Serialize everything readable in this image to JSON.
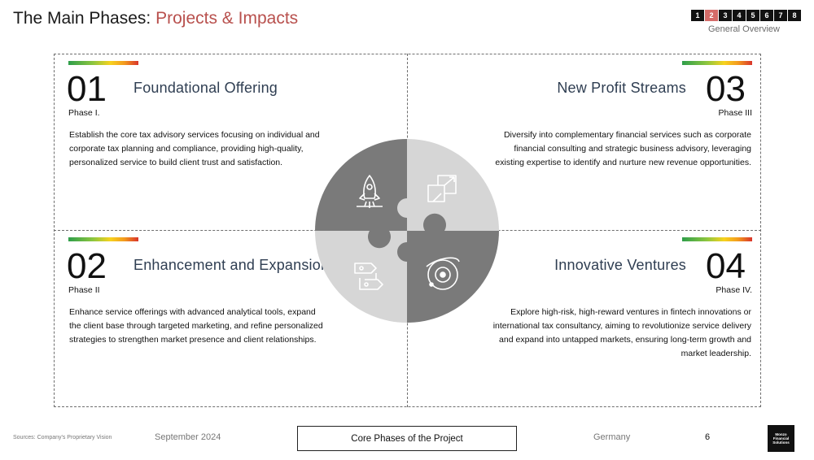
{
  "header": {
    "title_main": "The Main Phases:",
    "title_accent": "Projects & Impacts",
    "pager": [
      "1",
      "2",
      "3",
      "4",
      "5",
      "6",
      "7",
      "8"
    ],
    "active_page": "2",
    "subnav": "General Overview"
  },
  "colors": {
    "accent": "#b8504d",
    "pager_active": "#d46b68",
    "heading": "#2f3e52",
    "puzzle_dark": "#7a7a7a",
    "puzzle_light": "#d6d6d6"
  },
  "phases": [
    {
      "number": "01",
      "label": "Phase I.",
      "title": "Foundational Offering",
      "icon": "rocket-icon",
      "description": "Establish the core tax advisory services focusing on individual and corporate tax planning and compliance, providing high-quality, personalized service to build client trust and satisfaction."
    },
    {
      "number": "02",
      "label": "Phase II",
      "title": "Enhancement and Expansion",
      "icon": "process-flow-icon",
      "description": "Enhance service offerings with advanced analytical tools, expand the client base through targeted marketing, and refine personalized strategies to strengthen market presence and client relationships."
    },
    {
      "number": "03",
      "label": "Phase III",
      "title": "New Profit Streams",
      "icon": "expand-arrows-icon",
      "description": "Diversify into complementary financial services such as corporate financial consulting and strategic business advisory, leveraging existing expertise to identify and nurture new revenue opportunities."
    },
    {
      "number": "04",
      "label": "Phase IV.",
      "title": "Innovative Ventures",
      "icon": "orbit-icon",
      "description": "Explore high-risk, high-reward ventures in fintech innovations or international tax consultancy, aiming to revolutionize service delivery and expand into untapped markets, ensuring long-term growth and market leadership."
    }
  ],
  "footer": {
    "sources": "Sources: Company's Proprietary Vision",
    "date": "September 2024",
    "center": "Core Phases of the Project",
    "country": "Germany",
    "page": "6",
    "logo_lines": [
      "Monzo",
      "Financial",
      "Solutions"
    ]
  }
}
